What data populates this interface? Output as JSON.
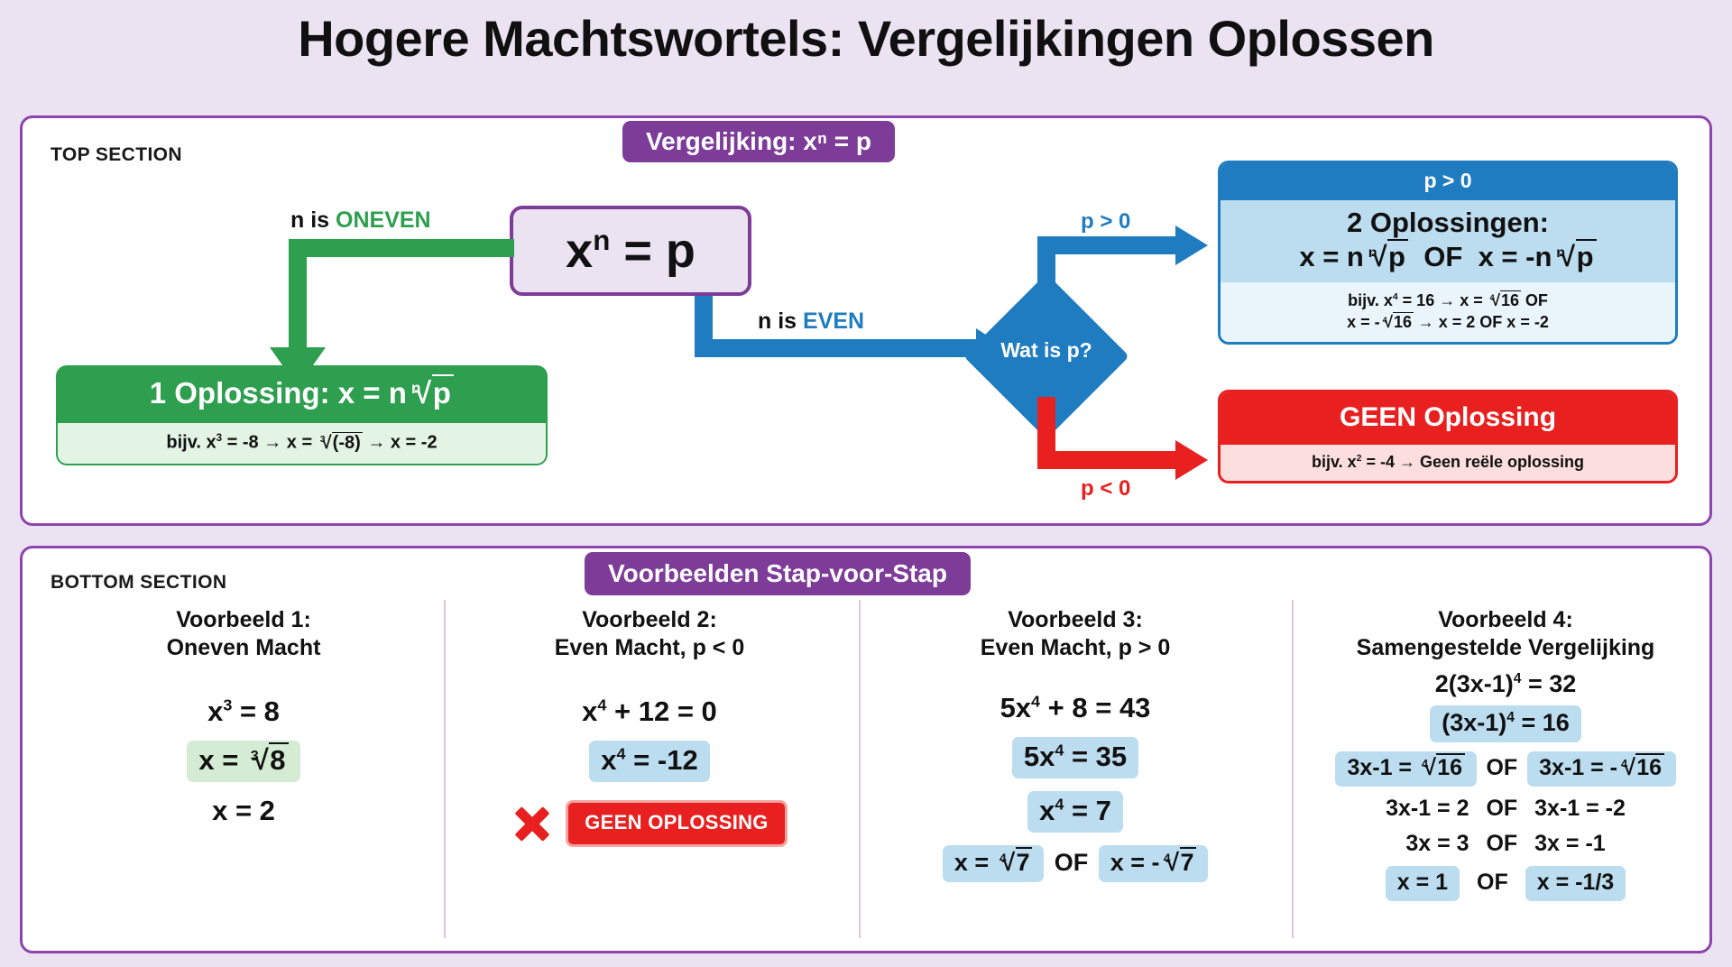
{
  "title": "Hogere Machtswortels: Vergelijkingen Oplossen",
  "top_section": {
    "tag": "TOP SECTION",
    "banner": "Vergelijking: xⁿ = p",
    "equation_box": "xⁿ = p",
    "odd_branch_label_prefix": "n is ",
    "odd_branch_label_value": "ONEVEN",
    "even_branch_label_prefix": "n is ",
    "even_branch_label_value": "EVEN",
    "decision": "Wat is p?",
    "p_positive_label": "p > 0",
    "p_negative_label": "p < 0",
    "green_box": {
      "heading_prefix": "1 Oplossing: x = n",
      "heading_radicand": "p",
      "heading_index": "n",
      "example": "bijv. x³ = -8 → x = ³√(-8) → x = -2"
    },
    "blue_box": {
      "header": "p > 0",
      "line1": "2 Oplossingen:",
      "line2": "x = nⁿ√p  OF  x = -nⁿ√p",
      "example_line1": "bijv. x⁴ = 16 → x = ⁴√16 OF",
      "example_line2": "x = -⁴√16 → x = 2 OF x = -2"
    },
    "red_box": {
      "header": "GEEN Oplossing",
      "example": "bijv. x² = -4 → Geen reële oplossing"
    }
  },
  "bottom_section": {
    "tag": "BOTTOM SECTION",
    "banner": "Voorbeelden Stap-voor-Stap",
    "examples": [
      {
        "title": "Voorbeeld 1:\nOneven Macht",
        "step1": "x³ = 8",
        "step2": "x = ³√8",
        "step3": "x = 2"
      },
      {
        "title": "Voorbeeld 2:\nEven Macht, p < 0",
        "step1": "x⁴ + 12 = 0",
        "step2": "x⁴ = -12",
        "no_solution": "GEEN OPLOSSING"
      },
      {
        "title": "Voorbeeld 3:\nEven Macht, p > 0",
        "step1": "5x⁴ + 8 = 43",
        "step2": "5x⁴ = 35",
        "step3": "x⁴ = 7",
        "step4_left": "x = ⁴√7",
        "step4_or": "OF",
        "step4_right": "x = -⁴√7"
      },
      {
        "title": "Voorbeeld 4:\nSamengestelde Vergelijking",
        "step1": "2(3x-1)⁴ = 32",
        "step2": "(3x-1)⁴ = 16",
        "step3_left": "3x-1 = ⁴√16",
        "step3_or": "OF",
        "step3_right": "3x-1 = -⁴√16",
        "step4_left": "3x-1 = 2",
        "step4_or": "OF",
        "step4_right": "3x-1 = -2",
        "step5_left": "3x = 3",
        "step5_or": "OF",
        "step5_right": "3x = -1",
        "step6_left": "x = 1",
        "step6_or": "OF",
        "step6_right": "x = -1/3"
      }
    ]
  },
  "colors": {
    "purple": "#7d3c98",
    "green": "#2e9e4f",
    "blue": "#1f7cc0",
    "red": "#e8201f",
    "background": "#ece3f2"
  }
}
